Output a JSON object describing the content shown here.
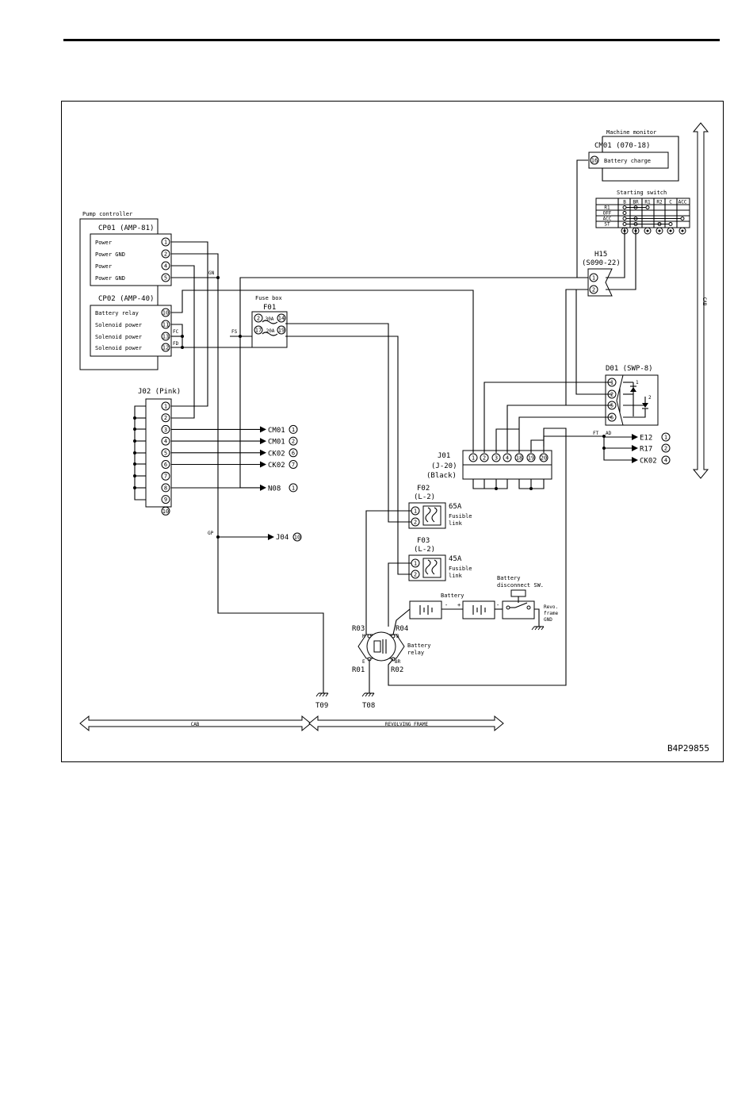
{
  "diagram_code": "B4P29855",
  "regions": {
    "cab_horizontal": "CAB",
    "revolving_frame": "REVOLVING FRAME",
    "cab_vertical": "CAB"
  },
  "machine_monitor": {
    "title": "Machine monitor",
    "connector": "CM01 (070-18)",
    "pin": "16",
    "signal": "Battery charge"
  },
  "starting_switch": {
    "title": "Starting switch",
    "columns": [
      "B",
      "BR",
      "R1",
      "R2",
      "C",
      "ACC"
    ],
    "rows": [
      "R1",
      "OFF",
      "ACC",
      "ST"
    ]
  },
  "h15": {
    "name": "H15",
    "connector": "(S090-22)",
    "pins": [
      "1",
      "2"
    ]
  },
  "pump_controller": {
    "title": "Pump controller",
    "cp01": {
      "connector": "CP01 (AMP-81)",
      "pins": [
        {
          "label": "Power",
          "pin": "1"
        },
        {
          "label": "Power GND",
          "pin": "2"
        },
        {
          "label": "Power",
          "pin": "4"
        },
        {
          "label": "Power GND",
          "pin": "5"
        }
      ]
    },
    "cp02": {
      "connector": "CP02 (AMP-40)",
      "pins": [
        {
          "label": "Battery relay",
          "pin": "10"
        },
        {
          "label": "Solenoid power",
          "pin": "11"
        },
        {
          "label": "Solenoid power",
          "pin": "13"
        },
        {
          "label": "Solenoid power",
          "pin": "12"
        }
      ]
    }
  },
  "fuse_box": {
    "title": "Fuse box",
    "name": "F01",
    "fuses": [
      {
        "in": "2",
        "rating": "30A",
        "out": "14"
      },
      {
        "in": "17",
        "rating": "20A",
        "out": "19"
      }
    ]
  },
  "j02": {
    "connector": "J02 (Pink)",
    "pins": [
      "1",
      "2",
      "3",
      "4",
      "5",
      "6",
      "7",
      "8",
      "9",
      "10"
    ],
    "destinations": [
      {
        "pin": "3",
        "target": "CM01",
        "target_pin": "1"
      },
      {
        "pin": "4",
        "target": "CM01",
        "target_pin": "2"
      },
      {
        "pin": "5",
        "target": "CK02",
        "target_pin": "6"
      },
      {
        "pin": "6",
        "target": "CK02",
        "target_pin": "7"
      },
      {
        "pin": "8",
        "target": "N08",
        "target_pin": "1"
      }
    ]
  },
  "j01": {
    "name": "J01",
    "connector": "(J-20)",
    "color": "(Black)",
    "pins": [
      "1",
      "2",
      "3",
      "4",
      "18",
      "19",
      "20"
    ]
  },
  "d01": {
    "connector": "D01 (SWP-8)",
    "pins": [
      "1",
      "2",
      "5",
      "6"
    ],
    "marks": [
      "1",
      "2"
    ]
  },
  "outputs": [
    {
      "target": "E12",
      "pin": "1"
    },
    {
      "target": "R17",
      "pin": "2"
    },
    {
      "target": "CK02",
      "pin": "4"
    }
  ],
  "splices": {
    "gn": "GN",
    "fc": "FC",
    "fd": "FD",
    "fs": "FS",
    "ft": "FT",
    "ad": "AD",
    "gp": "GP"
  },
  "j04": {
    "target": "J04",
    "pin": "10"
  },
  "f02": {
    "name": "F02",
    "connector": "(L-2)",
    "rating": "65A",
    "label1": "Fusible",
    "label2": "link",
    "pins": [
      "1",
      "2"
    ]
  },
  "f03": {
    "name": "F03",
    "connector": "(L-2)",
    "rating": "45A",
    "label1": "Fusible",
    "label2": "link",
    "pins": [
      "1",
      "2"
    ]
  },
  "battery": {
    "label": "Battery",
    "minus": "-",
    "plus": "+"
  },
  "disconnect": {
    "label1": "Battery",
    "label2": "disconnect SW."
  },
  "revo_gnd": {
    "line1": "Revo.",
    "line2": "frame",
    "line3": "GND"
  },
  "battery_relay": {
    "label1": "Battery",
    "label2": "relay",
    "r01": "R01",
    "r02": "R02",
    "r03": "R03",
    "r04": "R04",
    "t_m": "M",
    "t_b": "B",
    "t_e": "E",
    "t_br": "BR"
  },
  "grounds": {
    "t09": "T09",
    "t08": "T08"
  }
}
